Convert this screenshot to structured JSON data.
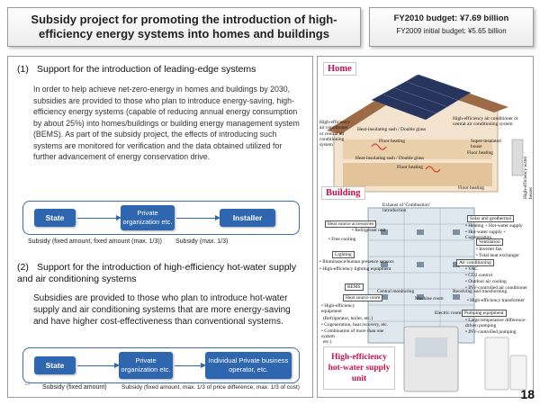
{
  "slide": {
    "title": "Subsidy project for promoting the introduction of high-efficiency energy systems into homes and buildings",
    "budget_main": "FY2010 budget: ¥7.69 billion",
    "budget_sub": "FY2009 initial budget: ¥5.65 billion",
    "page_number": "18",
    "footer_text": "18"
  },
  "section1": {
    "number": "(1)",
    "heading": "Support for the introduction of leading-edge systems",
    "body": "In order to help achieve net-zero-energy in homes and buildings by 2030, subsidies are provided to those who plan to introduce energy-saving, high-efficiency energy systems (capable of reducing annual energy consumption by about 25%) into homes/buildings or building energy management system (BEMS). As part of the subsidy project, the effects of introducing such systems are monitored for verification and the data obtained utilized for further advancement of energy conservation drive.",
    "flow": {
      "node_state": "State",
      "node_private": "Private organization etc.",
      "node_installer": "Installer",
      "label_left": "Subsidy (fixed amount, fixed amount (max. 1/3))",
      "label_right": "Subsidy (max. 1/3)"
    }
  },
  "section2": {
    "number": "(2)",
    "heading": "Support for the introduction of high-efficiency hot-water supply and air conditioning systems",
    "body": "Subsidies are provided to those who plan to introduce hot-water supply and air conditioning systems that are more energy-saving and have higher cost-effectiveness than conventional systems.",
    "flow": {
      "node_state": "State",
      "node_private": "Private organization etc.",
      "node_individual": "Individual Private business operator, etc.",
      "label_left": "Subsidy (fixed amount)",
      "label_right": "Subsidy (fixed amount, max. 1/3 of price difference, max. 1/3 of cost)"
    }
  },
  "illustration": {
    "home_tag": "Home",
    "building_tag": "Building",
    "hotwater_tag": "High-efficiency hot-water supply unit",
    "home_labels": {
      "ac_left": "High-efficiency air conditioner or central air conditioning system",
      "heat_sash_top": "Heat-insulating sash / Double glass",
      "floor1": "Floor heating",
      "ac_right": "High-efficiency air conditioner or central air conditioning system",
      "super_insulated": "Super-insulated house",
      "floor2": "Floor heating",
      "heat_sash_bottom": "Heat-insulating sash / Double glass",
      "floor3": "Floor heating",
      "floor4": "Floor heating",
      "water_heater": "High-efficiency water heater"
    },
    "building_labels": {
      "exhaust": "Exhaust of 'Combustion' introduction",
      "heat_source_acc": "Heat source accessories",
      "refrigerant": "• Refrigerant unit",
      "free_cooling": "• Free cooling",
      "solar": "Solar and geothermal",
      "heating_hotwater": "• Heating + Hot-water supply",
      "hotwater_cogen": "• Hot-water supply + Cogeneration",
      "ventilation": "Ventilation",
      "inverter_fan": "• Inverter fan",
      "heat_exchanger": "• Total heat exchanger",
      "lighting": "Lighting",
      "illuminance": "• Illuminance/human presence sensors",
      "lighting_equip": "• High-efficiency lighting equipment",
      "air_cond": "Air conditioning",
      "vac": "• VAC",
      "co2": "• CO2 control",
      "outdoor_air": "• Outdoor air cooling",
      "inv_ac": "• INV-controlled air conditioner",
      "bems": "BEMS",
      "central_monitoring": "Central monitoring",
      "receiving": "Receiving and transforming",
      "heat_source_room": "Heat source room",
      "machine_room": "Machine room",
      "electric_room": "Electric room",
      "heat_source_equip": "• High-efficiency equipment",
      "boiler": "(Refrigerator, boiler, etc.)",
      "cogen": "• Cogeneration, heat recovery, etc.",
      "combination": "• Combination of more than one system",
      "etc": "etc.)",
      "transformer": "• High-efficiency transformer",
      "pumping": "Pumping equipment",
      "large_temp": "• Large temperature difference-driven pumping",
      "inv_pump": "• INV-controlled pumping"
    }
  }
}
